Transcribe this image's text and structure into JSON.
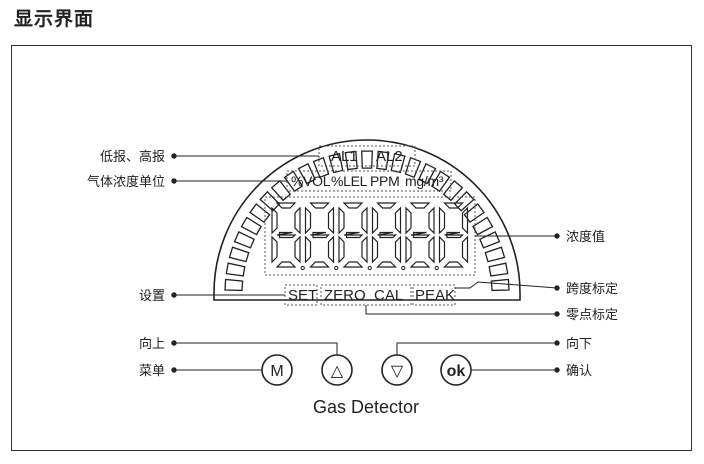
{
  "title": "显示界面",
  "callouts": {
    "alarm": "低报、高报",
    "gas_unit": "气体浓度单位",
    "concentration": "浓度值",
    "span_cal": "跨度标定",
    "set": "设置",
    "zero_cal": "零点标定",
    "up": "向上",
    "down": "向下",
    "menu": "菜单",
    "confirm": "确认"
  },
  "lcd": {
    "al1": "AL1",
    "al2": "AL2",
    "units": [
      "%VOL",
      "%LEL",
      "PPM",
      "mg/m³"
    ],
    "digits": [
      "8",
      "8",
      "8",
      "8",
      "8",
      "8"
    ],
    "status": [
      "SET",
      "ZERO",
      "CAL",
      "PEAK"
    ]
  },
  "buttons": {
    "menu": "M",
    "up": "△",
    "down": "▽",
    "ok": "ok"
  },
  "brand": "Gas Detector",
  "colors": {
    "ink": "#222222",
    "background": "#ffffff"
  }
}
